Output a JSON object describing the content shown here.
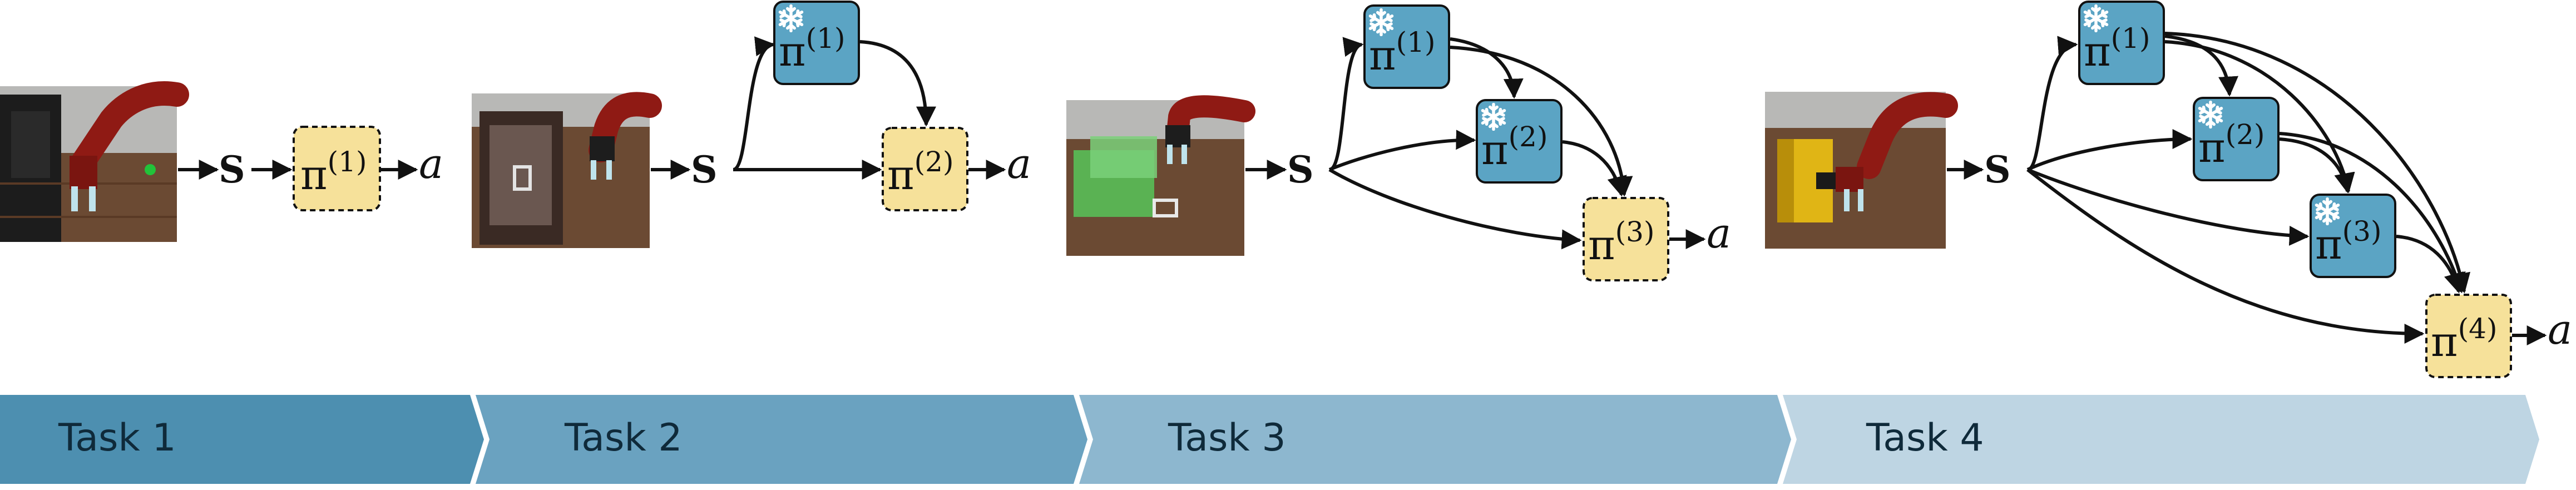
{
  "tasks": [
    {
      "label": "Task 1",
      "color": "#4d8fb0",
      "new_policy": "π(1)",
      "frozen_policies": []
    },
    {
      "label": "Task 2",
      "color": "#6aa2c0",
      "new_policy": "π(2)",
      "frozen_policies": [
        "π(1)"
      ]
    },
    {
      "label": "Task 3",
      "color": "#8db7cf",
      "new_policy": "π(3)",
      "frozen_policies": [
        "π(1)",
        "π(2)"
      ]
    },
    {
      "label": "Task 4",
      "color": "#bed5e3",
      "new_policy": "π(4)",
      "frozen_policies": [
        "π(1)",
        "π(2)",
        "π(3)"
      ]
    }
  ],
  "state_symbol": "S",
  "action_symbol": "a",
  "policy_symbol": "π",
  "policy_indices": [
    "(1)",
    "(2)",
    "(3)",
    "(4)"
  ],
  "colors": {
    "frozen_box": "#5ba4c4",
    "trainable_box": "#f6e19a",
    "edge": "#111111",
    "snowflake": "#ffffff"
  },
  "icons": {
    "frozen": "snowflake-icon"
  }
}
